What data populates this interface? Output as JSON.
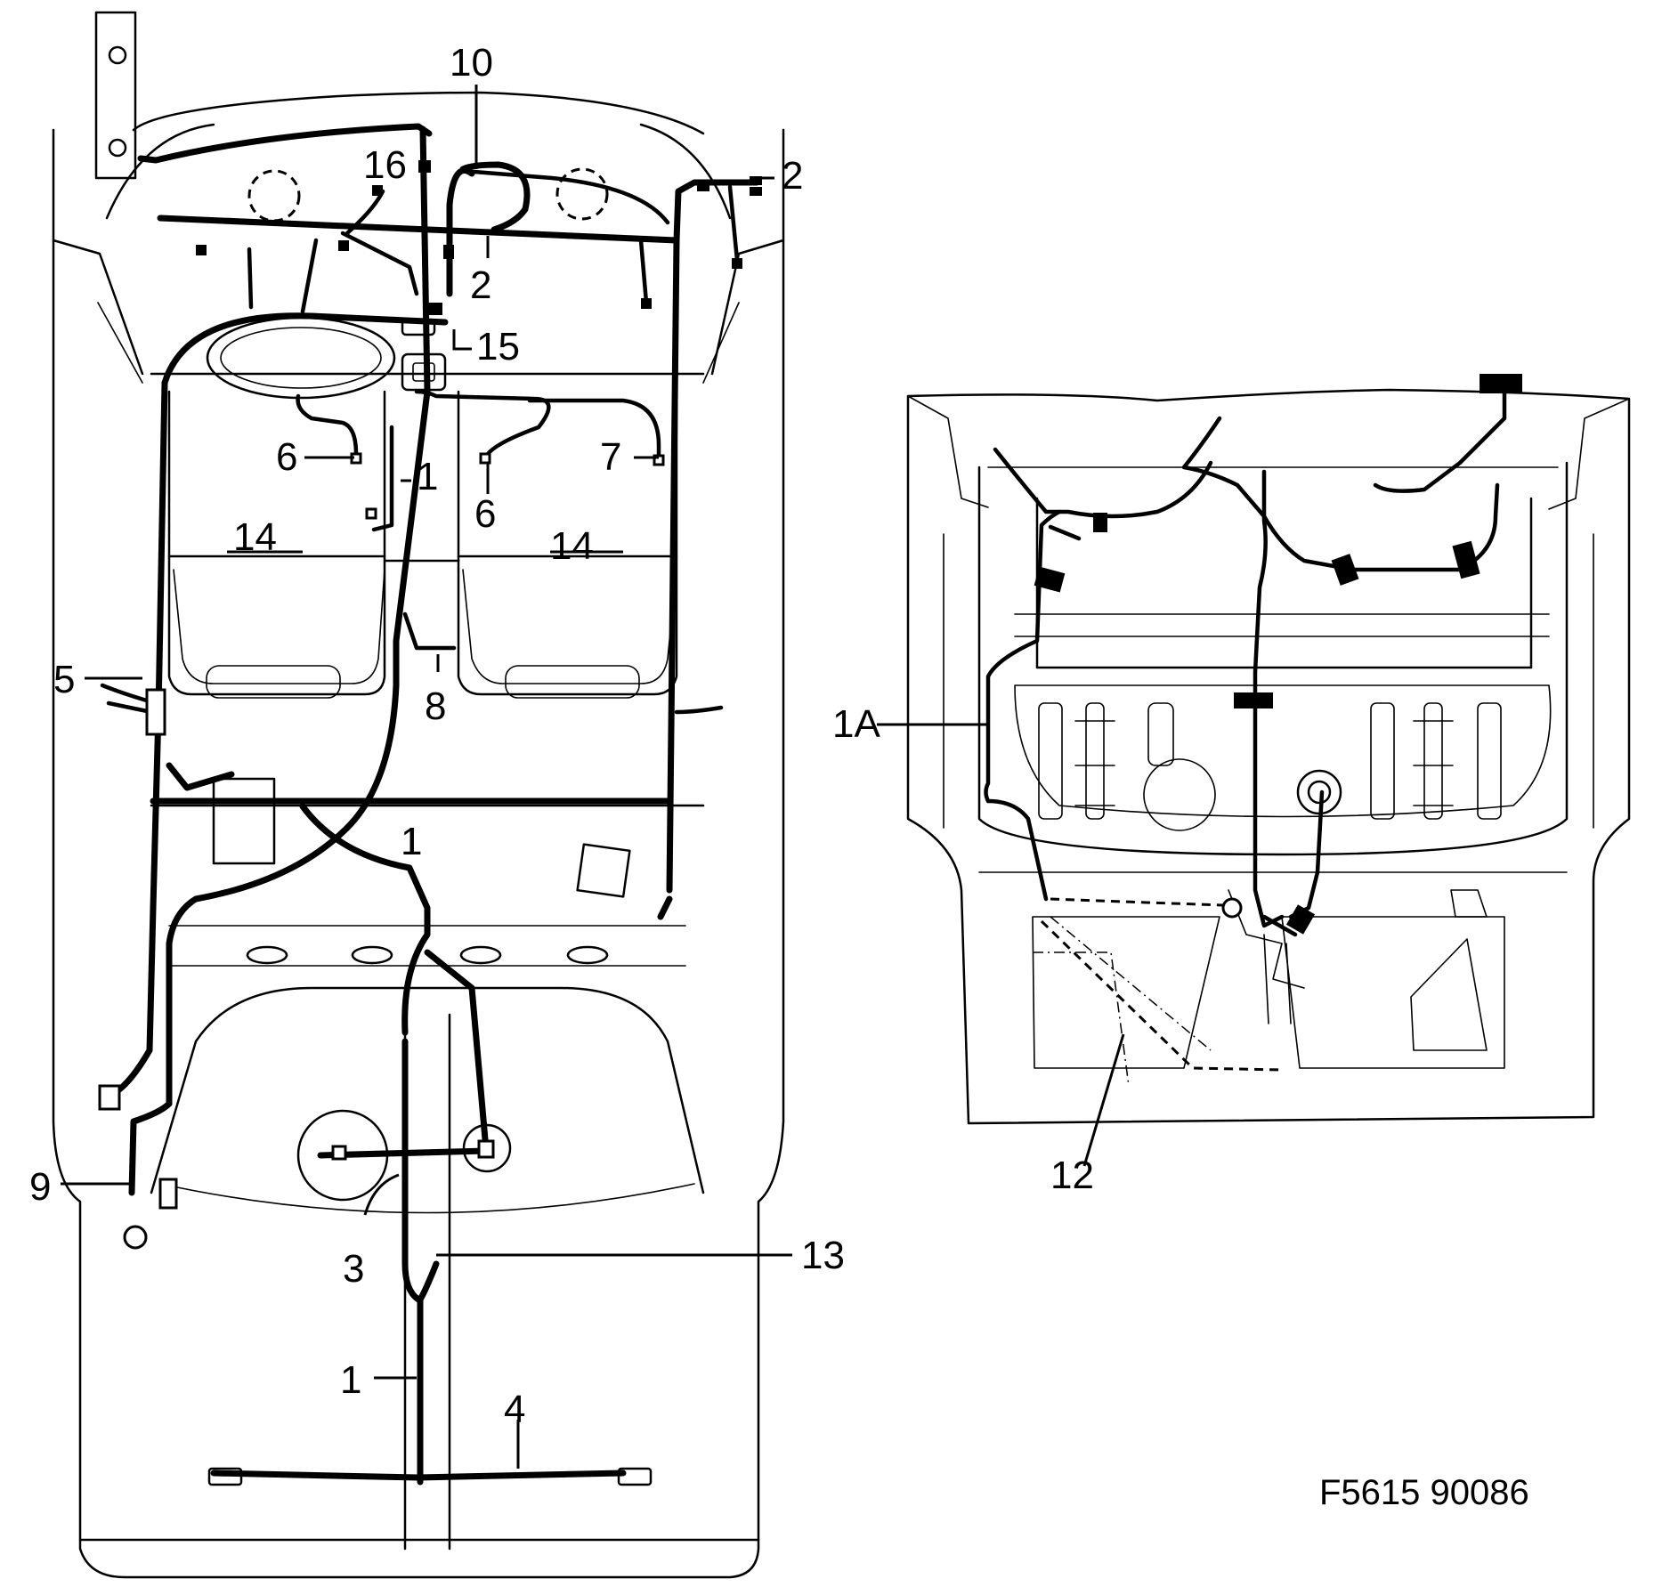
{
  "callouts": {
    "c10": "10",
    "c16": "16",
    "c2_top": "2",
    "c2_mid": "2",
    "c15": "15",
    "c6_left": "6",
    "c1_cabin": "1",
    "c6_right": "6",
    "c7": "7",
    "c14_left": "14",
    "c14_right": "14",
    "c5": "5",
    "c8": "8",
    "c1_floor": "1",
    "c9": "9",
    "c3": "3",
    "c13": "13",
    "c1_rear": "1",
    "c4": "4",
    "c1A": "1A",
    "c12": "12"
  },
  "figure_ref": "F5615 90086"
}
